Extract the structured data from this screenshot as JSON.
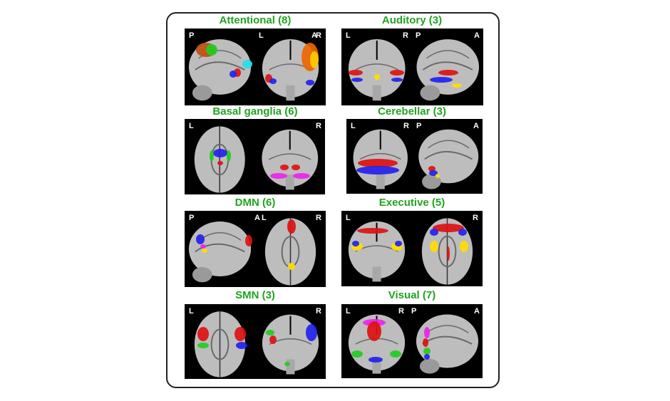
{
  "figure": {
    "panels": [
      {
        "title": "Attentional (8)",
        "labels": [
          "P",
          "A",
          "L",
          "R"
        ]
      },
      {
        "title": "Auditory (3)",
        "labels": [
          "L",
          "R",
          "P",
          "A"
        ]
      },
      {
        "title": "Basal ganglia (6)",
        "labels": [
          "L",
          "R"
        ]
      },
      {
        "title": "Cerebellar (3)",
        "labels": [
          "L",
          "R",
          "P",
          "A"
        ]
      },
      {
        "title": "DMN (6)",
        "labels": [
          "P",
          "A",
          "L",
          "R"
        ]
      },
      {
        "title": "Executive (5)",
        "labels": [
          "L",
          "R"
        ]
      },
      {
        "title": "SMN (3)",
        "labels": [
          "L",
          "R"
        ]
      },
      {
        "title": "Visual (7)",
        "labels": [
          "L",
          "R",
          "P",
          "A"
        ]
      }
    ]
  }
}
